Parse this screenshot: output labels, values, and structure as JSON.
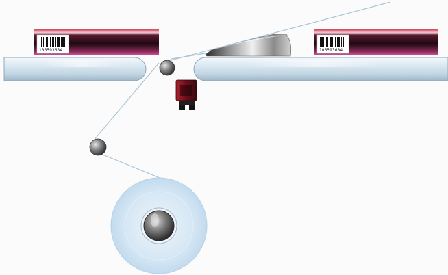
{
  "scene": {
    "description_labels": [],
    "cartons": [
      {
        "id": "left-carton",
        "barcode_number": "106593684"
      },
      {
        "id": "right-carton",
        "barcode_number": "106593684"
      }
    ],
    "colors": {
      "background": "#fbfbfb",
      "conveyor_light": "#e6eff7",
      "conveyor_dark": "#9fb8c9",
      "carton_top_red": "#c8384a",
      "carton_body_dark": "#2a0e18",
      "carton_body_magenta": "#b0366a",
      "web_line": "#a9c4d8",
      "roll_outer": "#cfe3f2",
      "roll_core": "#6b6b6b",
      "applicator": "#8a1420"
    },
    "icons": [
      "barcode-icon",
      "label-roll-icon",
      "print-head-icon"
    ]
  }
}
